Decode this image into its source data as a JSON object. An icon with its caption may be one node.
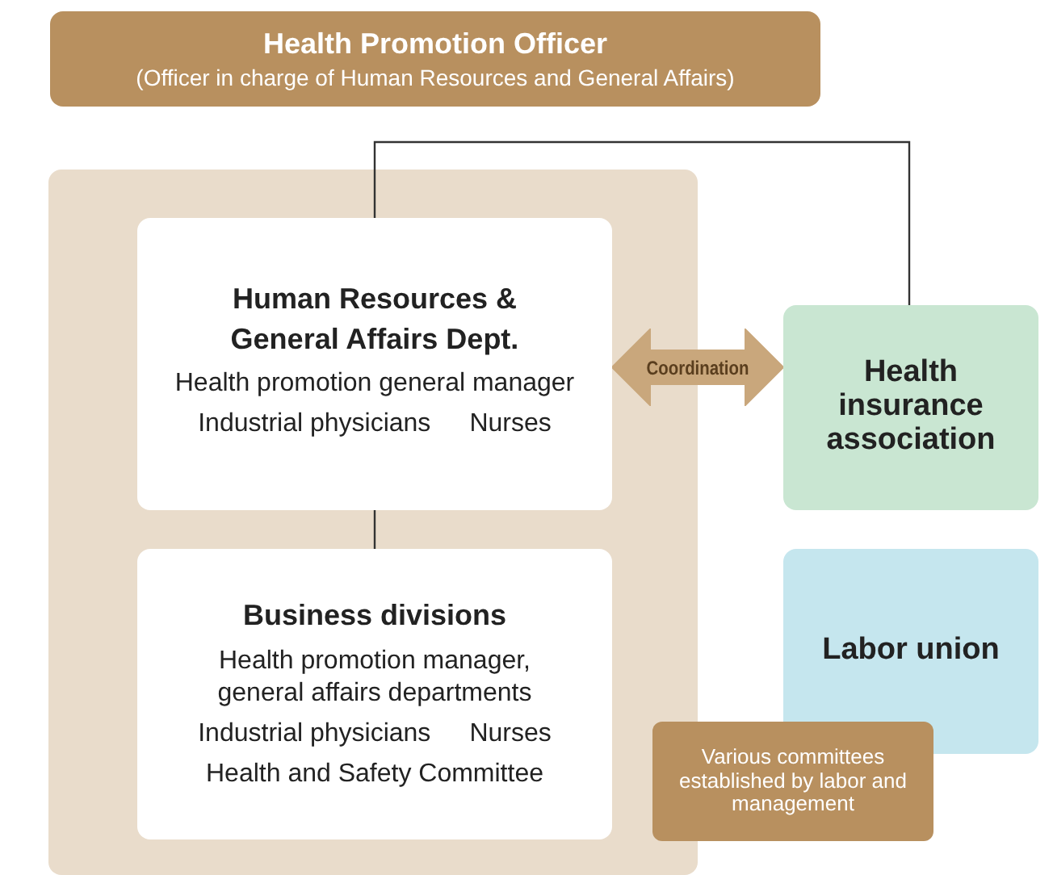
{
  "diagram": {
    "nodes": [
      {
        "text": [
          "Health Promotion Officer",
          "(Officer in charge of Human Resources and General Affairs)"
        ]
      },
      {
        "text": [],
        "shape": "box"
      },
      {
        "text": [
          "Human Resources & General Affairs Dept.",
          "Health promotion general manager",
          "Industrial physicians",
          "Nurses"
        ],
        "in": 1
      },
      {
        "text": [
          "Business divisions",
          "Health promotion manager, general affairs departments",
          "Industrial physicians",
          "Nurses",
          "Health and Safety Committee"
        ],
        "in": 1
      },
      {
        "text": [
          "Health insurance association"
        ]
      },
      {
        "text": [
          "Labor union"
        ]
      },
      {
        "text": [
          "Various committees established by labor and management"
        ]
      }
    ],
    "edges": [
      {
        "from": 2,
        "to": 4,
        "arrow": "none"
      },
      {
        "from": 2,
        "to": 3,
        "arrow": "none"
      },
      {
        "from": 2,
        "to": 4,
        "arrow": "both",
        "label": "Coordination",
        "style": "thick",
        "color": "#c9a77c"
      }
    ]
  }
}
